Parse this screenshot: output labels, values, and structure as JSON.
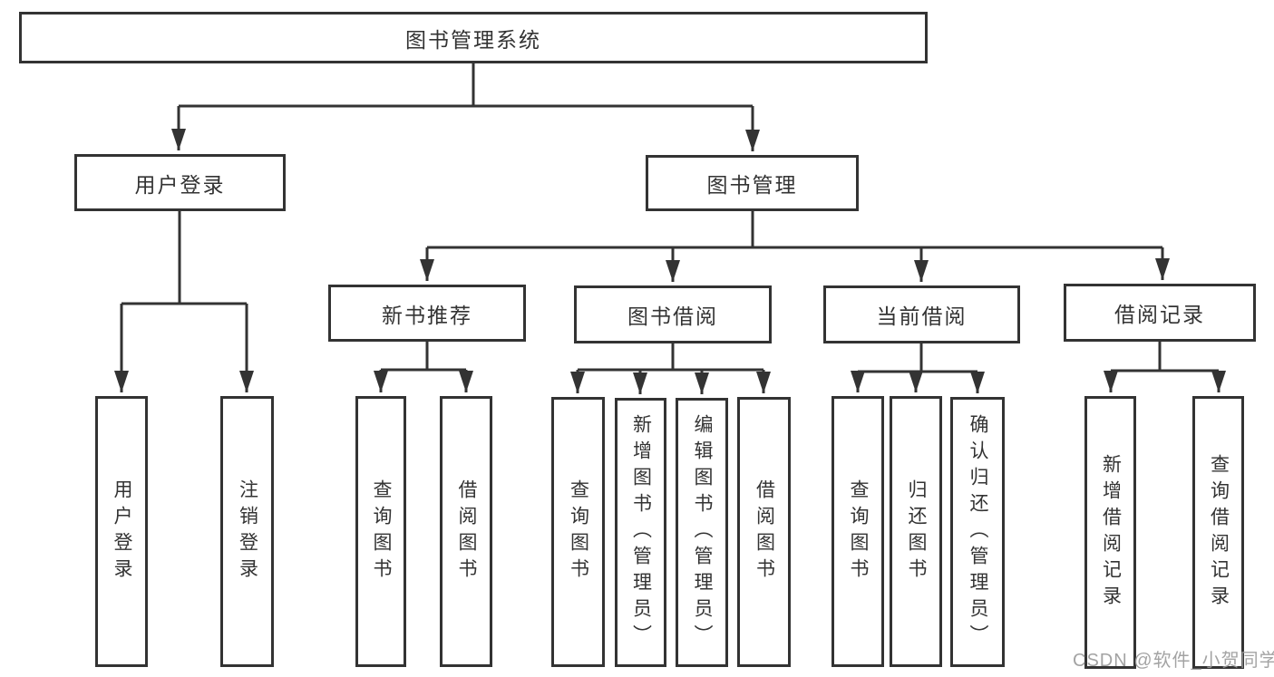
{
  "tree": {
    "root": {
      "label": "图书管理系统",
      "children": [
        {
          "label": "用户登录",
          "children": [
            {
              "label": "用户登录"
            },
            {
              "label": "注销登录"
            }
          ]
        },
        {
          "label": "图书管理",
          "children": [
            {
              "label": "新书推荐",
              "children": [
                {
                  "label": "查询图书"
                },
                {
                  "label": "借阅图书"
                }
              ]
            },
            {
              "label": "图书借阅",
              "children": [
                {
                  "label": "查询图书"
                },
                {
                  "label": "新增图书（管理员）"
                },
                {
                  "label": "编辑图书（管理员）"
                },
                {
                  "label": "借阅图书"
                }
              ]
            },
            {
              "label": "当前借阅",
              "children": [
                {
                  "label": "查询图书"
                },
                {
                  "label": "归还图书"
                },
                {
                  "label": "确认归还（管理员）"
                }
              ]
            },
            {
              "label": "借阅记录",
              "children": [
                {
                  "label": "新增借阅记录"
                },
                {
                  "label": "查询借阅记录"
                }
              ]
            }
          ]
        }
      ]
    }
  },
  "watermark": {
    "text": "CSDN @软件_小贺同学",
    "color": "#9c9c9c"
  },
  "colors": {
    "line": "#333333",
    "text": "#333333",
    "background": "#ffffff"
  }
}
